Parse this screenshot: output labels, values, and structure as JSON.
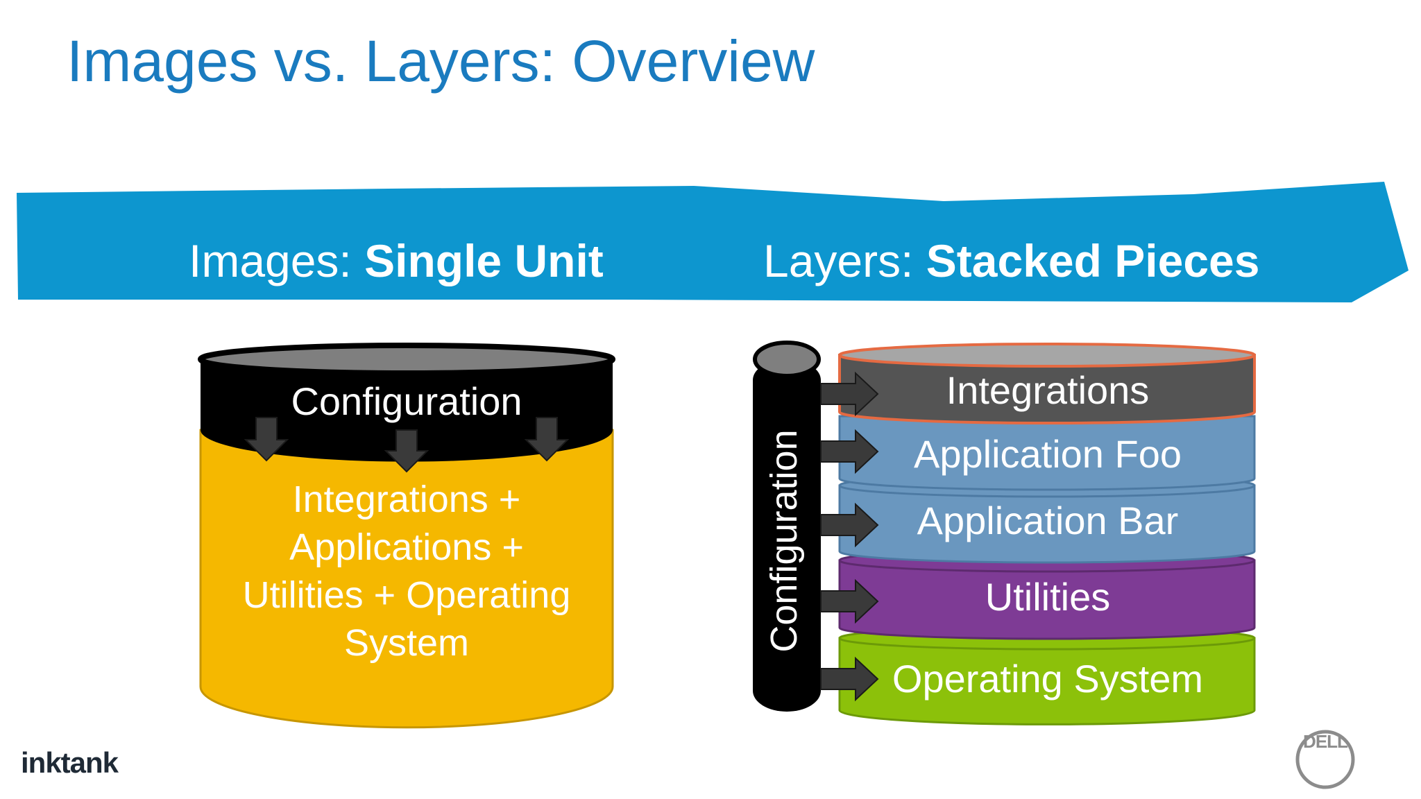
{
  "slide": {
    "title": "Images vs. Layers: Overview"
  },
  "banner": {
    "left_prefix": "Images: ",
    "left_bold": "Single Unit",
    "right_prefix": "Layers: ",
    "right_bold": "Stacked Pieces",
    "color": "#0d96cf"
  },
  "image_cylinder": {
    "top_label": "Configuration",
    "body_lines": [
      "Integrations +",
      "Applications +",
      "Utilities + Operating",
      "System"
    ],
    "top_color": "#000000",
    "body_color": "#f5b800"
  },
  "layer_stack": {
    "side_label": "Configuration",
    "layers": [
      {
        "label": "Integrations",
        "color": "#545454",
        "outline": "#e56a42"
      },
      {
        "label": "Application Foo",
        "color": "#6a97bf"
      },
      {
        "label": "Application Bar",
        "color": "#6a97bf"
      },
      {
        "label": "Utilities",
        "color": "#7e3b95"
      },
      {
        "label": "Operating System",
        "color": "#8cc10a"
      }
    ]
  },
  "logos": {
    "left": "inktank",
    "right": "DELL"
  }
}
